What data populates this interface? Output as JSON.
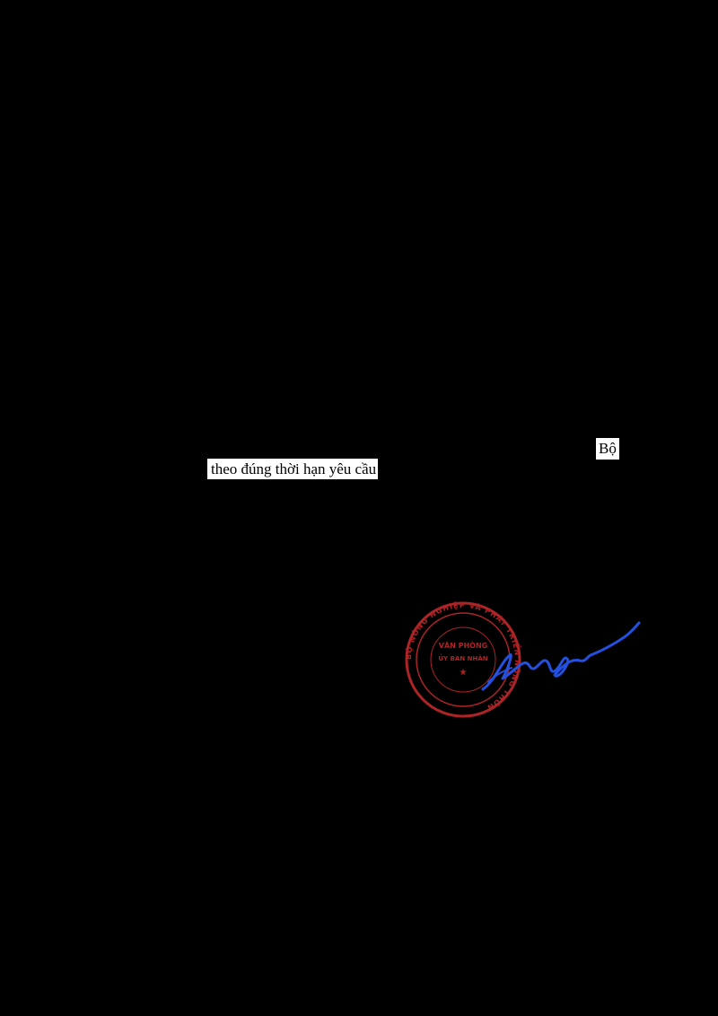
{
  "document": {
    "fragments": {
      "line1_tail": "Bộ",
      "line2": "theo đúng thời hạn yêu cầu"
    },
    "stamp": {
      "color": "#c0282b",
      "ring_text": "BỘ NÔNG NGHIỆP VÀ PHÁT TRIỂN NÔNG THÔN",
      "center_line1": "VĂN PHÒNG",
      "center_line2": "ỦY BAN NHÂN"
    },
    "signature": {
      "color": "#2450e0"
    }
  }
}
